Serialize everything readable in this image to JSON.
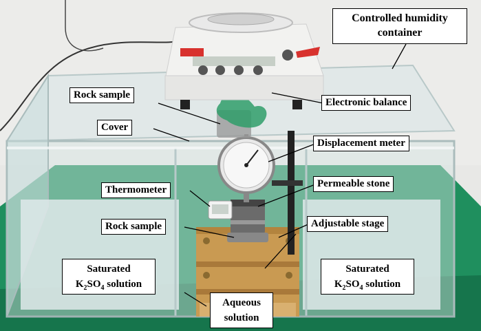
{
  "labels": {
    "controlled_humidity_line1": "Controlled humidity",
    "controlled_humidity_line2": "container",
    "rock_sample_top": "Rock sample",
    "electronic_balance": "Electronic balance",
    "cover": "Cover",
    "displacement_meter": "Displacement meter",
    "thermometer": "Thermometer",
    "permeable_stone": "Permeable stone",
    "rock_sample_bottom": "Rock sample",
    "adjustable_stage": "Adjustable stage",
    "saturated_left_line1": "Saturated",
    "saturated_left_k": "K",
    "saturated_left_sub2": "2",
    "saturated_left_so": "SO",
    "saturated_left_sub4": "4",
    "saturated_left_rest": " solution",
    "saturated_right_line1": "Saturated",
    "saturated_right_k": "K",
    "saturated_right_sub2": "2",
    "saturated_right_so": "SO",
    "saturated_right_sub4": "4",
    "saturated_right_rest": " solution",
    "aqueous_line1": "Aqueous",
    "aqueous_line2": "solution"
  },
  "colors": {
    "tablecloth": "#1f8f5e",
    "wall": "#e6e6e4",
    "glass": "#cfe0e0",
    "balance_body": "#f2f2f0",
    "stage_wood": "#c99a52"
  }
}
